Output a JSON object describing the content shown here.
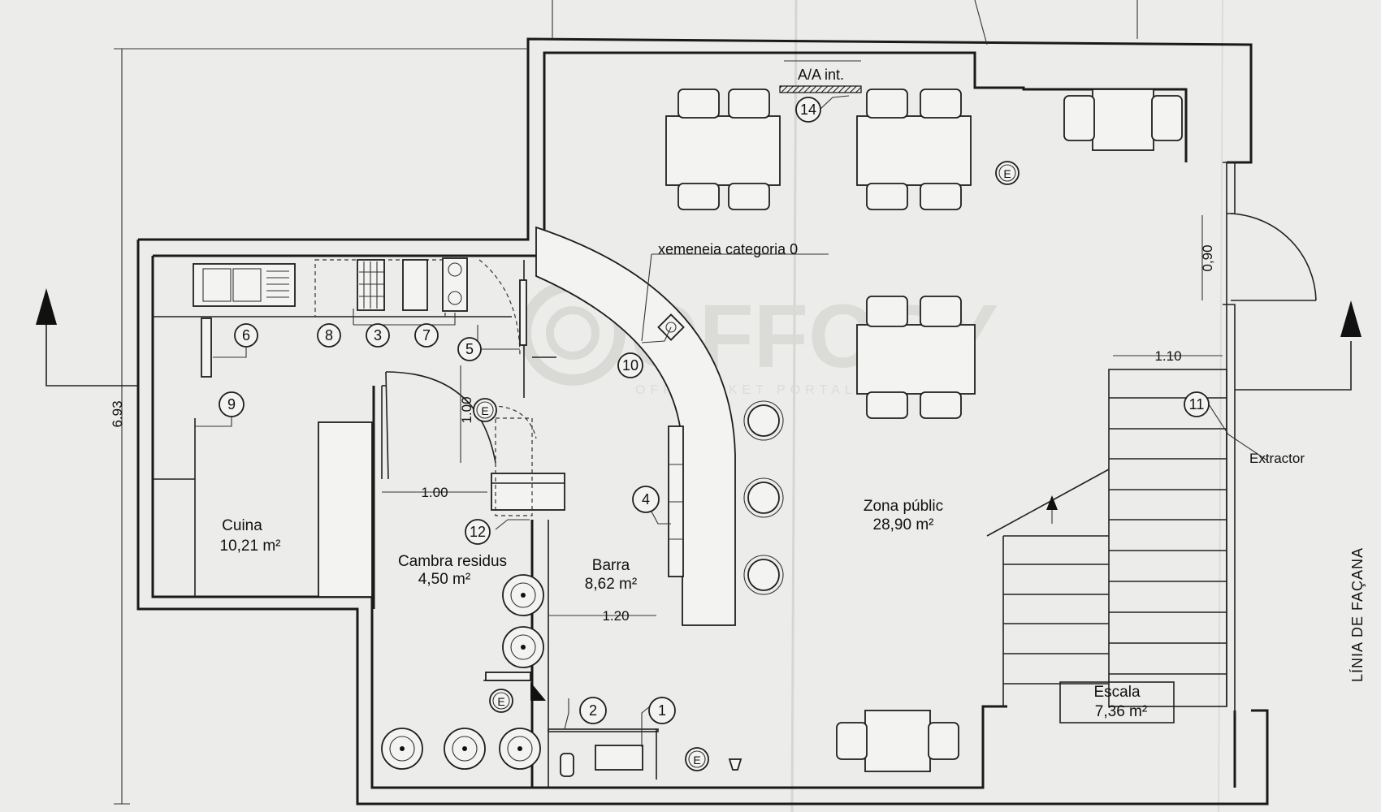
{
  "watermark": {
    "brand": "OFFORY",
    "tagline": "OFF-MARKET PORTAL"
  },
  "labels": {
    "aa": "A/A int.",
    "chimney": "xemeneia categoria 0",
    "extractor": "Extractor",
    "facade": "LÍNIA DE FAÇANA"
  },
  "rooms": {
    "cuina": {
      "name": "Cuina",
      "area": "10,21 m²"
    },
    "cambra": {
      "name": "Cambra residus",
      "area": "4,50 m²"
    },
    "barra": {
      "name": "Barra",
      "area": "8,62 m²"
    },
    "zona": {
      "name": "Zona públic",
      "area": "28,90 m²"
    },
    "escala": {
      "name": "Escala",
      "area": "7,36 m²"
    }
  },
  "dimensions": {
    "height": "6.93",
    "door_cambra": "1.00",
    "width_cambra": "1.00",
    "width_barra": "1.20",
    "door_front": "0,90",
    "stair_width": "1.10"
  },
  "callouts": [
    "1",
    "2",
    "3",
    "4",
    "5",
    "6",
    "7",
    "8",
    "9",
    "10",
    "11",
    "12",
    "14"
  ],
  "markers": {
    "emergency": "E"
  },
  "icons": {
    "section_arrow": "arrow-up-icon",
    "emergency": "emergency-light-icon"
  }
}
